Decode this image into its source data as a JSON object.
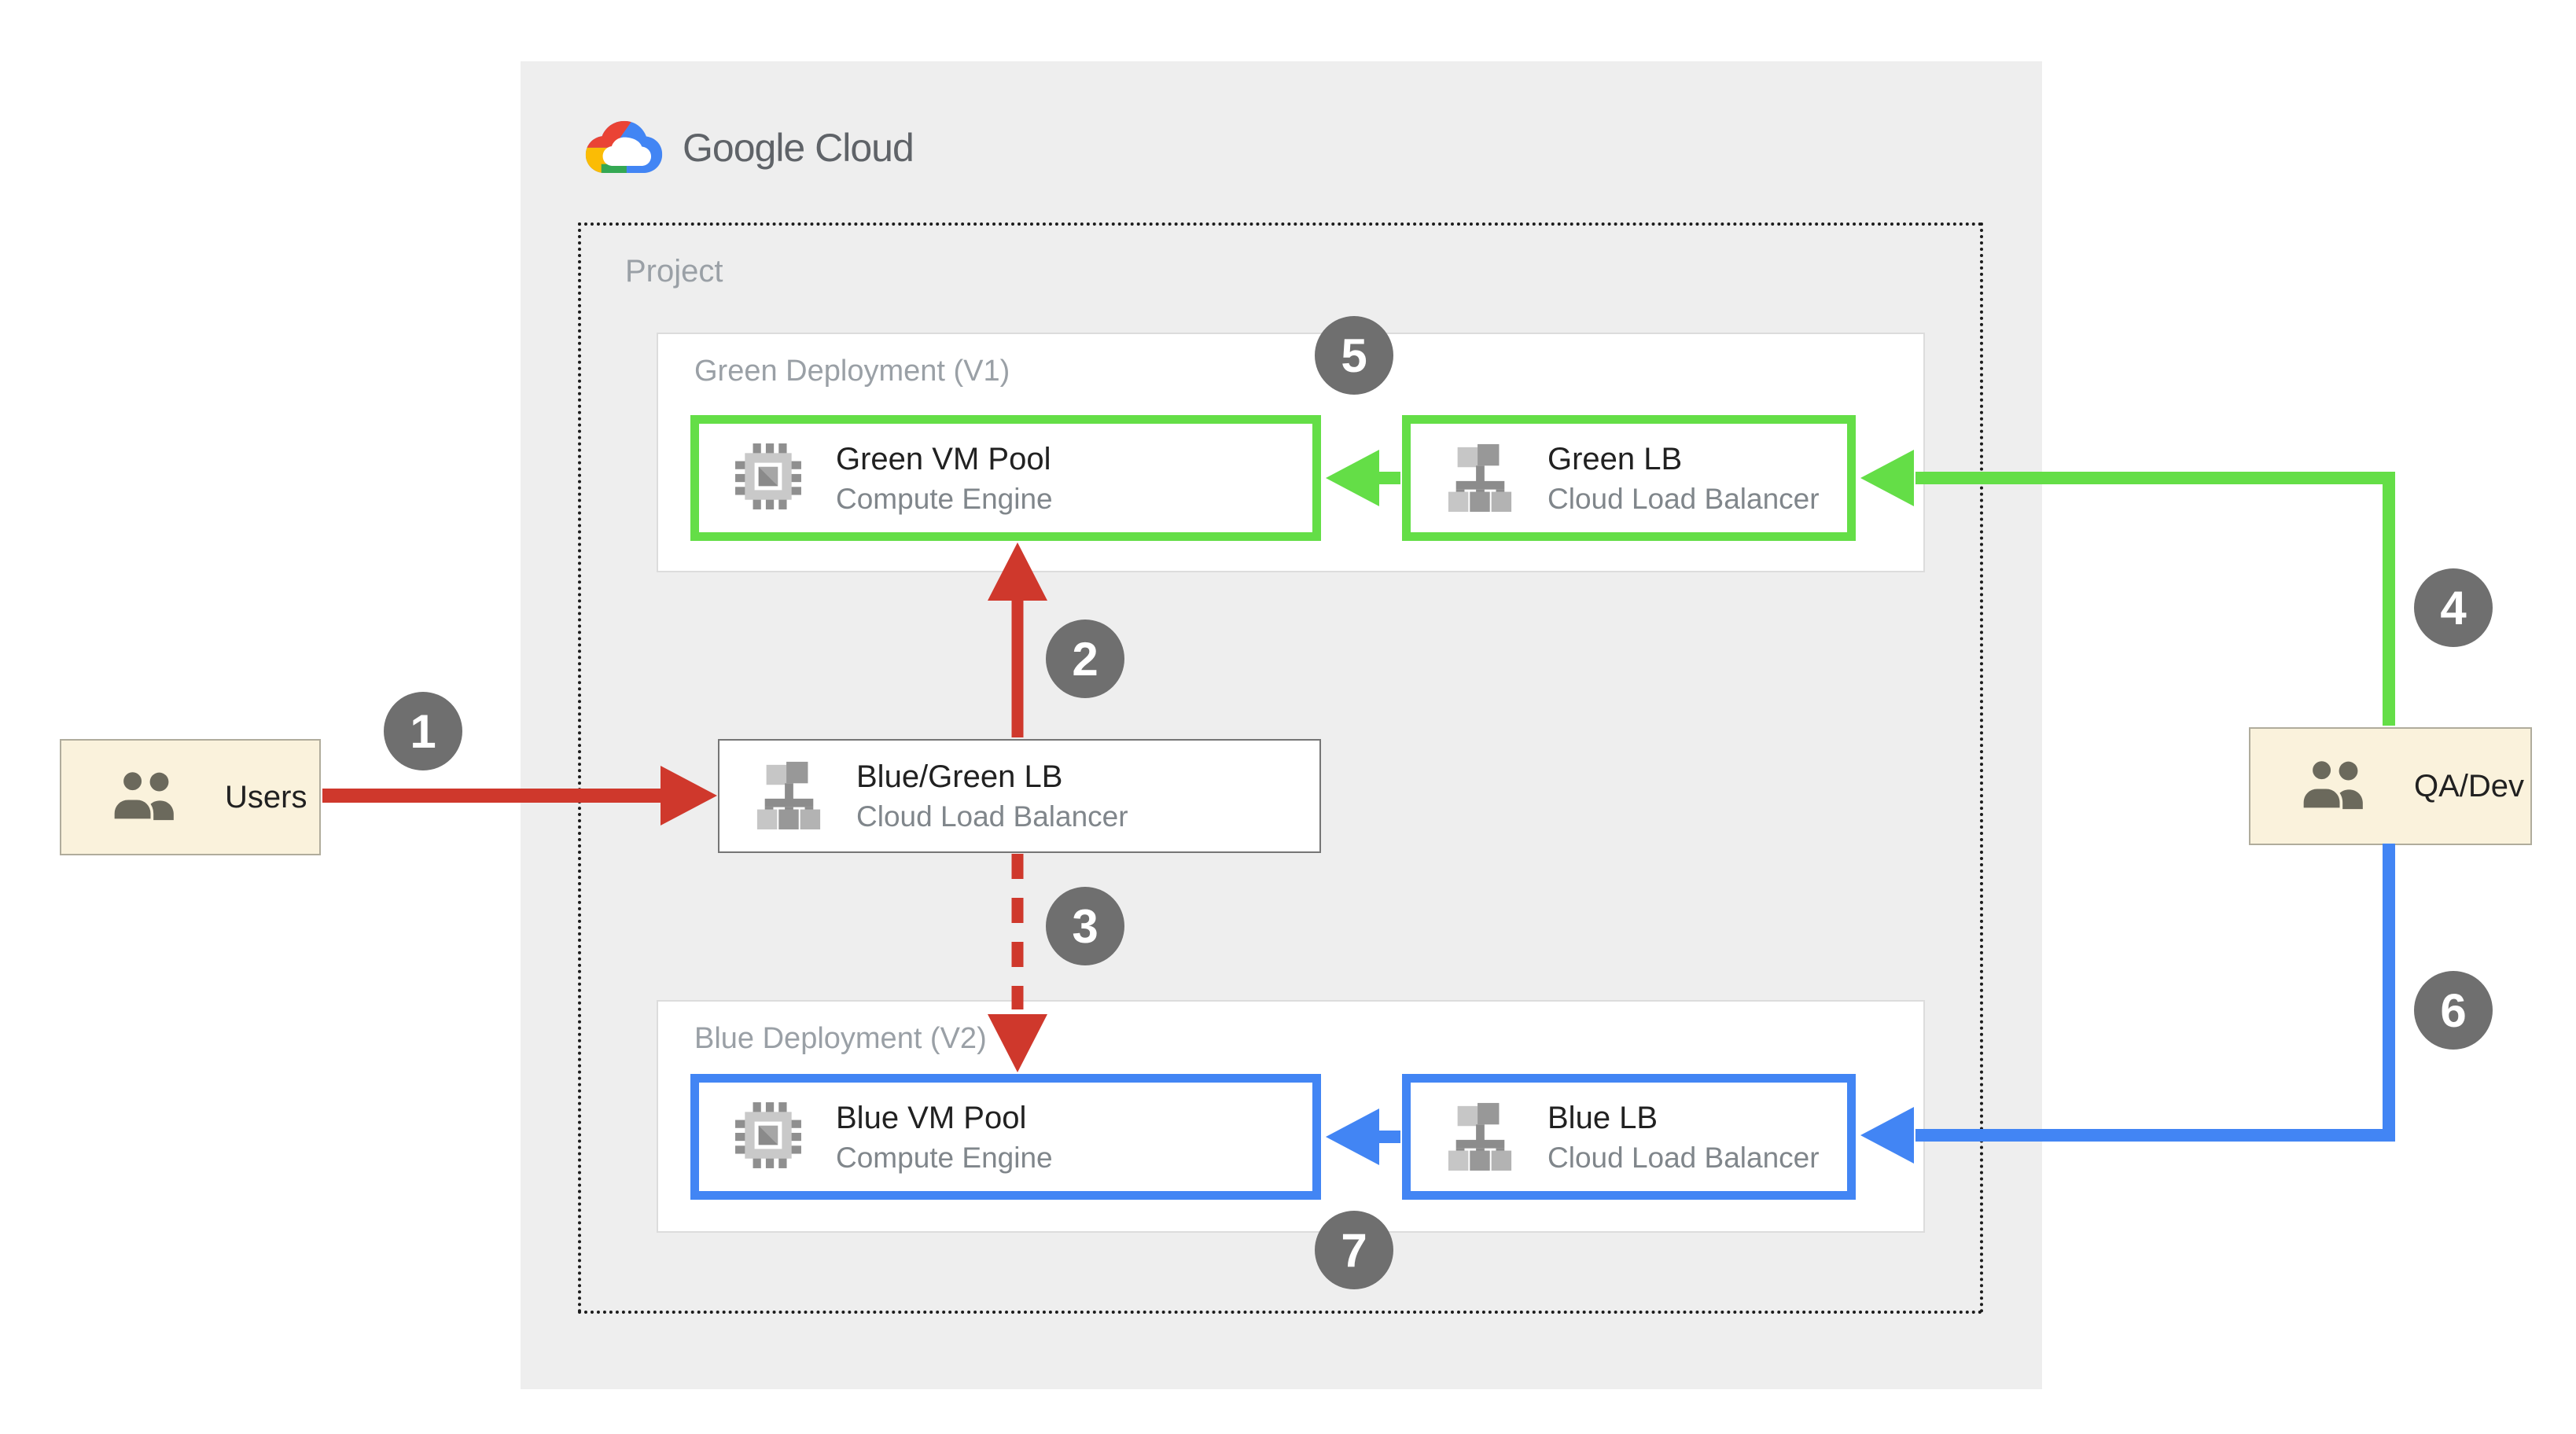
{
  "header": {
    "logo_text": "Google Cloud"
  },
  "project": {
    "label": "Project"
  },
  "green_deployment": {
    "title": "Green Deployment (V1)",
    "vm_pool": {
      "name": "Green VM Pool",
      "service": "Compute Engine"
    },
    "load_balancer": {
      "name": "Green LB",
      "service": "Cloud Load Balancer"
    }
  },
  "blue_deployment": {
    "title": "Blue Deployment (V2)",
    "vm_pool": {
      "name": "Blue VM Pool",
      "service": "Compute Engine"
    },
    "load_balancer": {
      "name": "Blue LB",
      "service": "Cloud Load Balancer"
    }
  },
  "router": {
    "name": "Blue/Green LB",
    "service": "Cloud Load Balancer"
  },
  "actors": {
    "users": {
      "label": "Users"
    },
    "qa_dev": {
      "label": "QA/Dev"
    }
  },
  "steps": [
    "1",
    "2",
    "3",
    "4",
    "5",
    "6",
    "7"
  ],
  "colors": {
    "green": "#64de47",
    "blue": "#4285f4",
    "red": "#cf382c",
    "step_circle": "#6f6f6f",
    "panel_background": "#eeeeee",
    "actor_background": "#faf2dc",
    "muted_text": "#9aa0a6",
    "service_text": "#80868b",
    "logo_text": "#5f6368"
  }
}
